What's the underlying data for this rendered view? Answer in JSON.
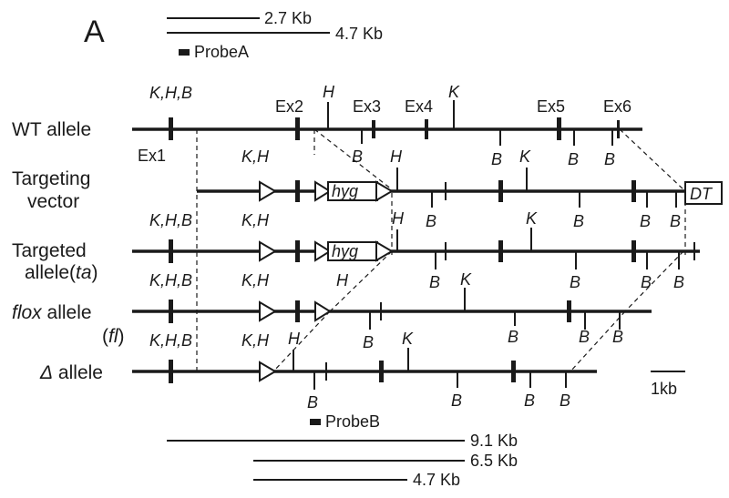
{
  "panel_label": "A",
  "probe_a": {
    "label": "ProbeA",
    "bands": [
      "2.7 Kb",
      "4.7 Kb"
    ]
  },
  "probe_b": {
    "label": "ProbeB",
    "bands": [
      "9.1 Kb",
      "6.5 Kb",
      "4.7 Kb"
    ]
  },
  "scale_bar": "1kb",
  "alleles": {
    "wt": "WT allele",
    "targeting_1": "Targeting",
    "targeting_2": "vector",
    "targeted_1": "Targeted",
    "targeted_2": "allele(",
    "targeted_abbr": "ta",
    "targeted_close": ")",
    "flox": "flox",
    "flox_suffix": " allele",
    "fl_open": "(",
    "fl_abbr": "fl",
    "fl_close": ")",
    "delta": "Δ",
    "delta_suffix": " allele"
  },
  "markers": {
    "KHB": "K,H,B",
    "KH": "K,H",
    "H": "H",
    "K": "K",
    "B": "B",
    "ex1": "Ex1",
    "ex2": "Ex2",
    "ex3": "Ex3",
    "ex4": "Ex4",
    "ex5": "Ex5",
    "ex6": "Ex6",
    "hyg": "hyg",
    "dt": "DT"
  },
  "colors": {
    "ink": "#1a1a1a",
    "background": "#ffffff"
  }
}
